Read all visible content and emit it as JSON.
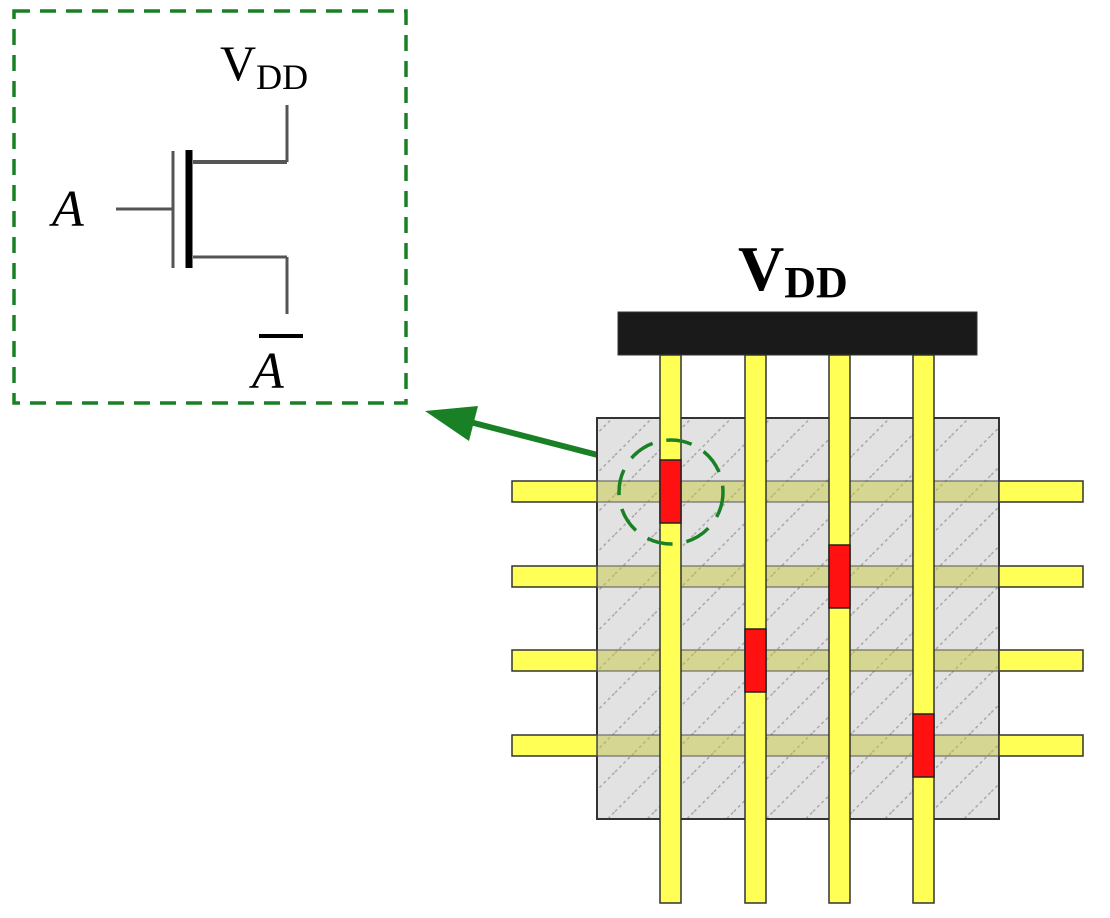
{
  "inset": {
    "supply_label": "V",
    "supply_subscript": "DD",
    "gate_label": "A",
    "output_label": "A",
    "output_overbar": true,
    "border_color": "#1a8026"
  },
  "array": {
    "supply_label": "V",
    "supply_subscript": "DD",
    "rail_color": "#1a1a1a",
    "wire_color": "#ffff55",
    "switch_color": "#ff1111",
    "substrate_color": "#e2e2e2",
    "highlight_color": "#1a8026",
    "columns": 4,
    "rows": 4,
    "switches": [
      {
        "column": 1,
        "row": 1
      },
      {
        "column": 2,
        "row": 3
      },
      {
        "column": 3,
        "row": 2
      },
      {
        "column": 4,
        "row": 4
      }
    ],
    "highlighted_switch": {
      "column": 1,
      "row": 1
    }
  }
}
